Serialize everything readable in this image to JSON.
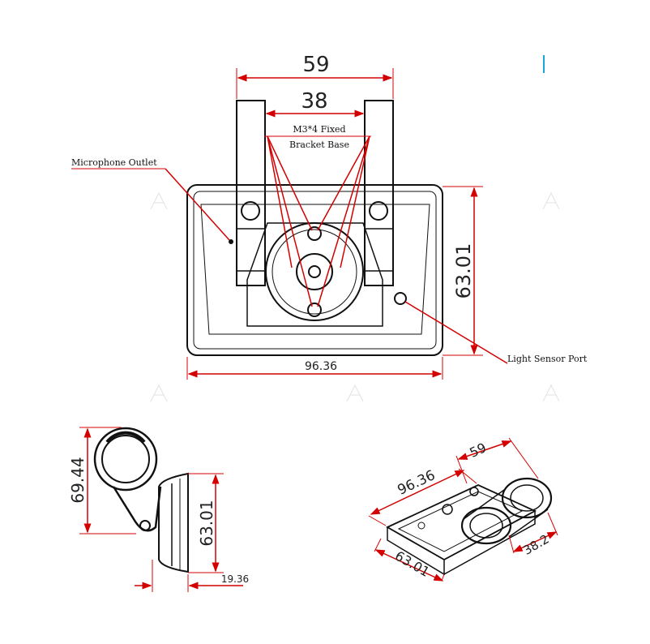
{
  "front_view": {
    "dim_width_top": "59",
    "dim_width_inner": "38",
    "dim_height": "63.01",
    "dim_width_bottom": "96.36",
    "label_microphone": "Microphone Outlet",
    "label_bracket_line1": "M3*4 Fixed",
    "label_bracket_line2": "Bracket Base",
    "label_light_sensor": "Light Sensor Port"
  },
  "side_view": {
    "dim_clamp": "69.44",
    "dim_height": "63.01",
    "dim_depth": "19.36"
  },
  "iso_view": {
    "dim_length": "96.36",
    "dim_width": "59",
    "dim_height": "63.01",
    "dim_clamp": "38.2"
  },
  "colors": {
    "annotation": "#d40000",
    "line": "#111111",
    "accent_mark": "#1aa6d6"
  }
}
